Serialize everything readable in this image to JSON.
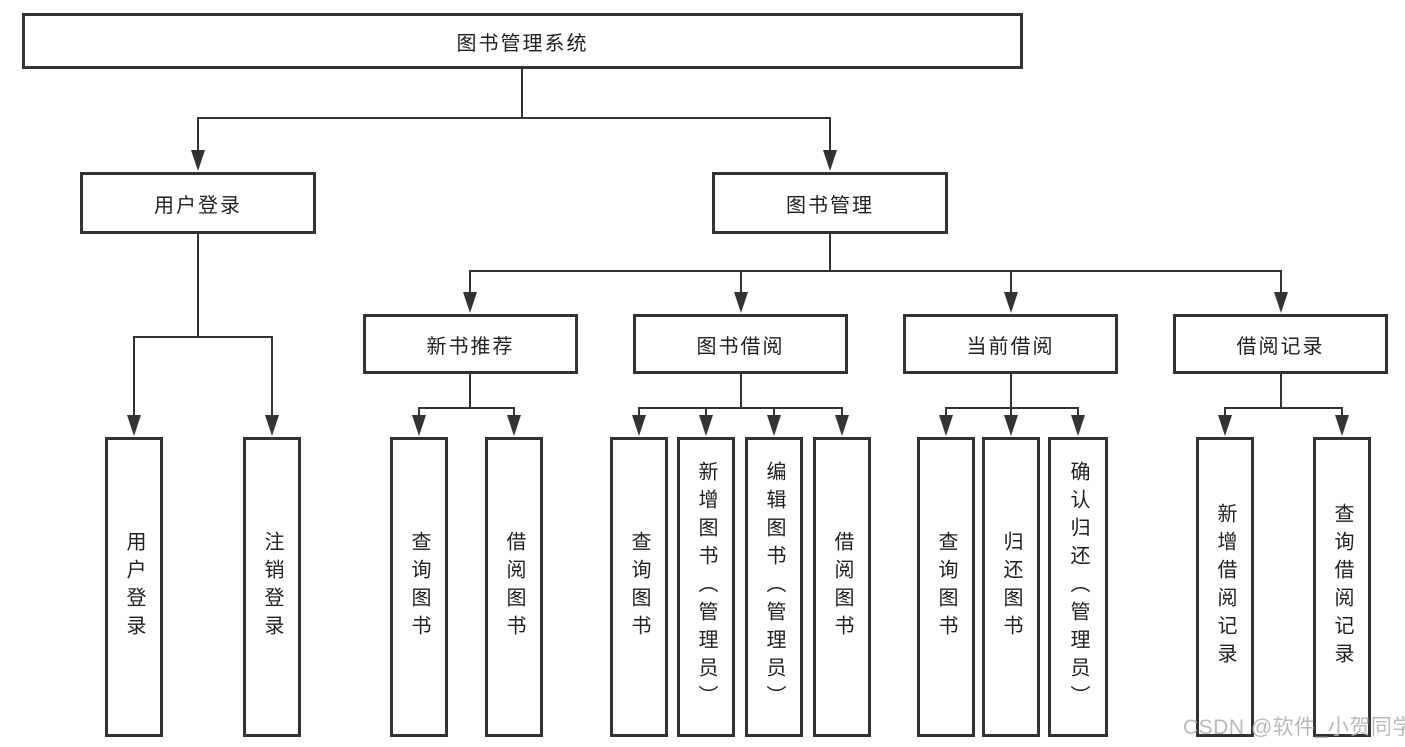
{
  "diagram": {
    "type": "tree",
    "title": "图书管理系统",
    "background_color": "#ffffff",
    "line_color": "#333333",
    "box_border_color": "#333333",
    "text_color": "#1f1f1f"
  },
  "nodes": {
    "root": "图书管理系统",
    "user_login": "用户登录",
    "book_mgmt": "图书管理",
    "login": "用户登录",
    "logout": "注销登录",
    "new_book_rec": "新书推荐",
    "book_borrow": "图书借阅",
    "current_borrow": "当前借阅",
    "borrow_record": "借阅记录",
    "nbr_query_book": "查询图书",
    "nbr_borrow_book": "借阅图书",
    "bb_query_book": "查询图书",
    "bb_add_book": "新增图书（管理员）",
    "bb_edit_book": "编辑图书（管理员）",
    "bb_borrow_book": "借阅图书",
    "cb_query_book": "查询图书",
    "cb_return_book": "归还图书",
    "cb_confirm_return": "确认归还（管理员）",
    "br_add_record": "新增借阅记录",
    "br_query_record": "查询借阅记录"
  },
  "hierarchy": {
    "root": [
      "user_login",
      "book_mgmt"
    ],
    "user_login": [
      "login",
      "logout"
    ],
    "book_mgmt": [
      "new_book_rec",
      "book_borrow",
      "current_borrow",
      "borrow_record"
    ],
    "new_book_rec": [
      "nbr_query_book",
      "nbr_borrow_book"
    ],
    "book_borrow": [
      "bb_query_book",
      "bb_add_book",
      "bb_edit_book",
      "bb_borrow_book"
    ],
    "current_borrow": [
      "cb_query_book",
      "cb_return_book",
      "cb_confirm_return"
    ],
    "borrow_record": [
      "br_add_record",
      "br_query_record"
    ]
  },
  "watermark": {
    "text": "CSDN @软件_小贺同学",
    "color": "#b3b3b3"
  }
}
